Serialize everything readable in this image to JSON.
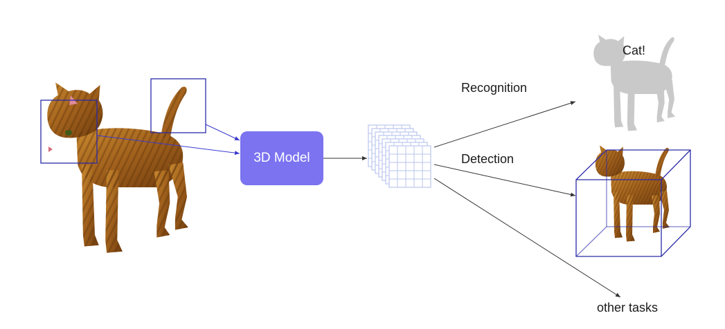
{
  "model": {
    "label": "3D Model",
    "color": "#7b73f0"
  },
  "outputs": {
    "recognition": "Recognition",
    "detection": "Detection",
    "other": "other tasks",
    "recognition_result": "Cat!"
  },
  "colors": {
    "part_box": "#2a2aa8",
    "arrow": "#333333",
    "feature_grid": "#b9c6ee",
    "cat_body": "#a8651e",
    "cat_ghost": "#bdbdbd"
  },
  "icons": {
    "input_cat": "cat-figure-icon",
    "feature_volume": "feature-grid-icon",
    "ghost_cat": "cat-silhouette-icon",
    "detected_cat": "cat-figure-icon"
  }
}
